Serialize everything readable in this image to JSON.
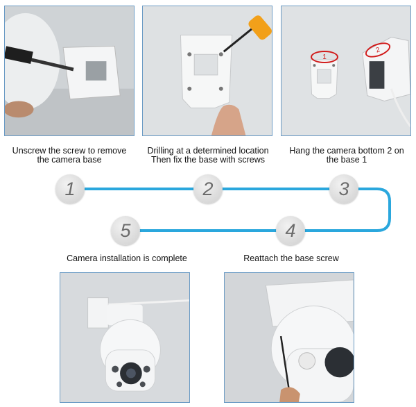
{
  "steps": [
    {
      "number": "1",
      "caption_line1": "Unscrew the screw to remove",
      "caption_line2": "the camera base"
    },
    {
      "number": "2",
      "caption_line1": "Drilling at a determined location",
      "caption_line2": "Then fix the base with screws"
    },
    {
      "number": "3",
      "caption_line1": "Hang the camera bottom 2 on",
      "caption_line2": "the base 1"
    },
    {
      "number": "4",
      "caption_line1": "Reattach the base screw",
      "caption_line2": ""
    },
    {
      "number": "5",
      "caption_line1": "Camera installation is complete",
      "caption_line2": ""
    }
  ],
  "photo3_labels": {
    "base": "1",
    "camera": "2"
  },
  "colors": {
    "flow_line": "#2aa7dd",
    "photo_border": "#6a9ac4",
    "label_ring": "#d11b1b"
  }
}
